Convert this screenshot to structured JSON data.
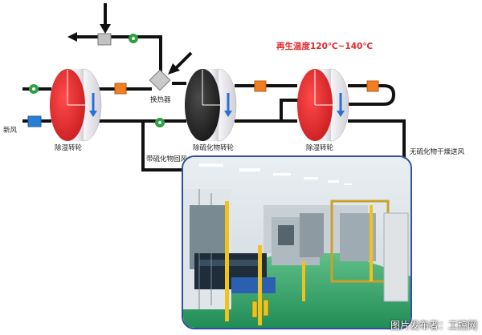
{
  "labels": {
    "regen_temp": "再生温度120℃~140℃",
    "heat_exchanger": "换热器",
    "fresh_air": "新风",
    "wheel_dehumid_1": "除湿转轮",
    "wheel_desulfur": "除硫化物转轮",
    "wheel_dehumid_2": "除湿转轮",
    "sulfide_return_air": "带硫化物回风",
    "sulfide_free_dry_supply": "无硫化物干燥送风"
  },
  "watermark": "图片发布者：工控网",
  "colors": {
    "wheel_red": "#e8262b",
    "wheel_black": "#2a2a2a",
    "wheel_rim": "#e9e9ee",
    "rotation_arrow": "#2b6fd6",
    "fan_green": "#2ea043",
    "heater_orange": "#f07f24",
    "filter_blue": "#2a7fd4",
    "temp_text": "#e0272b",
    "photo_border": "#2f4fa0"
  },
  "icons": [
    "fan-icon",
    "heater-icon",
    "filter-icon",
    "heat-exchanger-icon",
    "damper-icon",
    "flow-arrow-icon",
    "rotation-arrow-icon"
  ]
}
